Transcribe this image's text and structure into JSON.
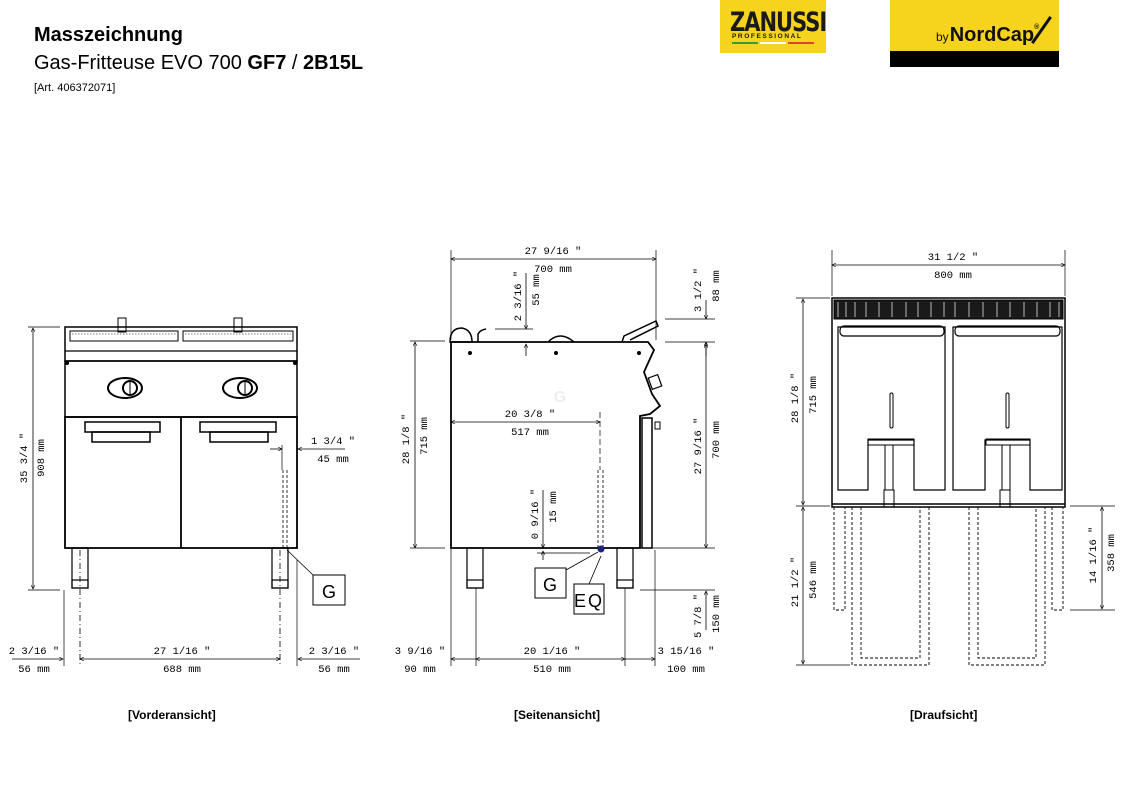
{
  "header": {
    "title": "Masszeichnung",
    "subtitle_prefix": "Gas-Fritteuse EVO 700 ",
    "subtitle_model": "GF7",
    "subtitle_sep": " / ",
    "subtitle_code": "2B15L",
    "article": "[Art. 406372071]"
  },
  "logos": {
    "zanussi": {
      "name": "ZANUSSI",
      "sub": "PROFESSIONAL",
      "bg": "#f6d31c",
      "stripe_colors": [
        "#3a9a3a",
        "#ffffff",
        "#d9462b"
      ]
    },
    "nordcap": {
      "by": "by",
      "name": "NordCap",
      "reg": "®",
      "bg": "#f6d31c",
      "band": "#000000"
    }
  },
  "views": {
    "front": {
      "caption": "[Vorderansicht]",
      "dims": {
        "height_in": "35 3/4 \"",
        "height_mm": "908 mm",
        "offset_in": "1 3/4 \"",
        "offset_mm": "45 mm",
        "left_in": "2 3/16 \"",
        "left_mm": "56 mm",
        "center_in": "27 1/16 \"",
        "center_mm": "688 mm",
        "right_in": "2 3/16 \"",
        "right_mm": "56 mm"
      },
      "labels": {
        "g": "G"
      }
    },
    "side": {
      "caption": "[Seitenansicht]",
      "dims": {
        "width_in": "27 9/16 \"",
        "width_mm": "700 mm",
        "top_in": "2 3/16 \"",
        "top_mm": "55 mm",
        "lid_in": "3 1/2 \"",
        "lid_mm": "88 mm",
        "body_in": "28 1/8 \"",
        "body_mm": "715 mm",
        "inner_in": "20 3/8 \"",
        "inner_mm": "517 mm",
        "right_h_in": "27 9/16 \"",
        "right_h_mm": "700 mm",
        "gas_in": "0 9/16 \"",
        "gas_mm": "15 mm",
        "leg_in": "5 7/8 \"",
        "leg_mm": "150 mm",
        "left_in": "3 9/16 \"",
        "left_mm": "90 mm",
        "center_in": "20 1/16 \"",
        "center_mm": "510 mm",
        "right_in": "3 15/16 \"",
        "right_mm": "100 mm"
      },
      "labels": {
        "g": "G",
        "eq": "EQ"
      }
    },
    "top": {
      "caption": "[Draufsicht]",
      "dims": {
        "width_in": "31 1/2 \"",
        "width_mm": "800 mm",
        "depth_in": "28 1/8 \"",
        "depth_mm": "715 mm",
        "basket_in": "21 1/2 \"",
        "basket_mm": "546 mm",
        "drawer_in": "14 1/16 \"",
        "drawer_mm": "358 mm"
      }
    }
  }
}
